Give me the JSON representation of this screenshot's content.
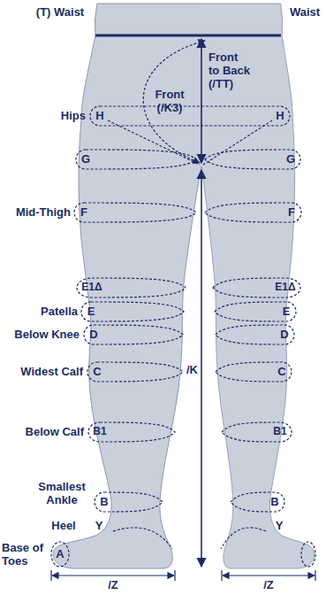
{
  "diagram": {
    "labels": [
      "(T) Waist",
      "Waist",
      "Front (/K3)",
      "Front to Back (/TT)",
      "Hips",
      "H",
      "H",
      "G",
      "G",
      "Mid-Thigh",
      "F",
      "F",
      "E1Δ",
      "E1Δ",
      "Patella",
      "E",
      "E",
      "Below Knee",
      "D",
      "D",
      "Widest Calf",
      "C",
      "C",
      "Below Calf",
      "B1",
      "B1",
      "Smallest Ankle",
      "B",
      "B",
      "Heel",
      "Y",
      "Y",
      "Base of Toes",
      "A",
      "/K",
      "/Z",
      "/Z"
    ]
  }
}
